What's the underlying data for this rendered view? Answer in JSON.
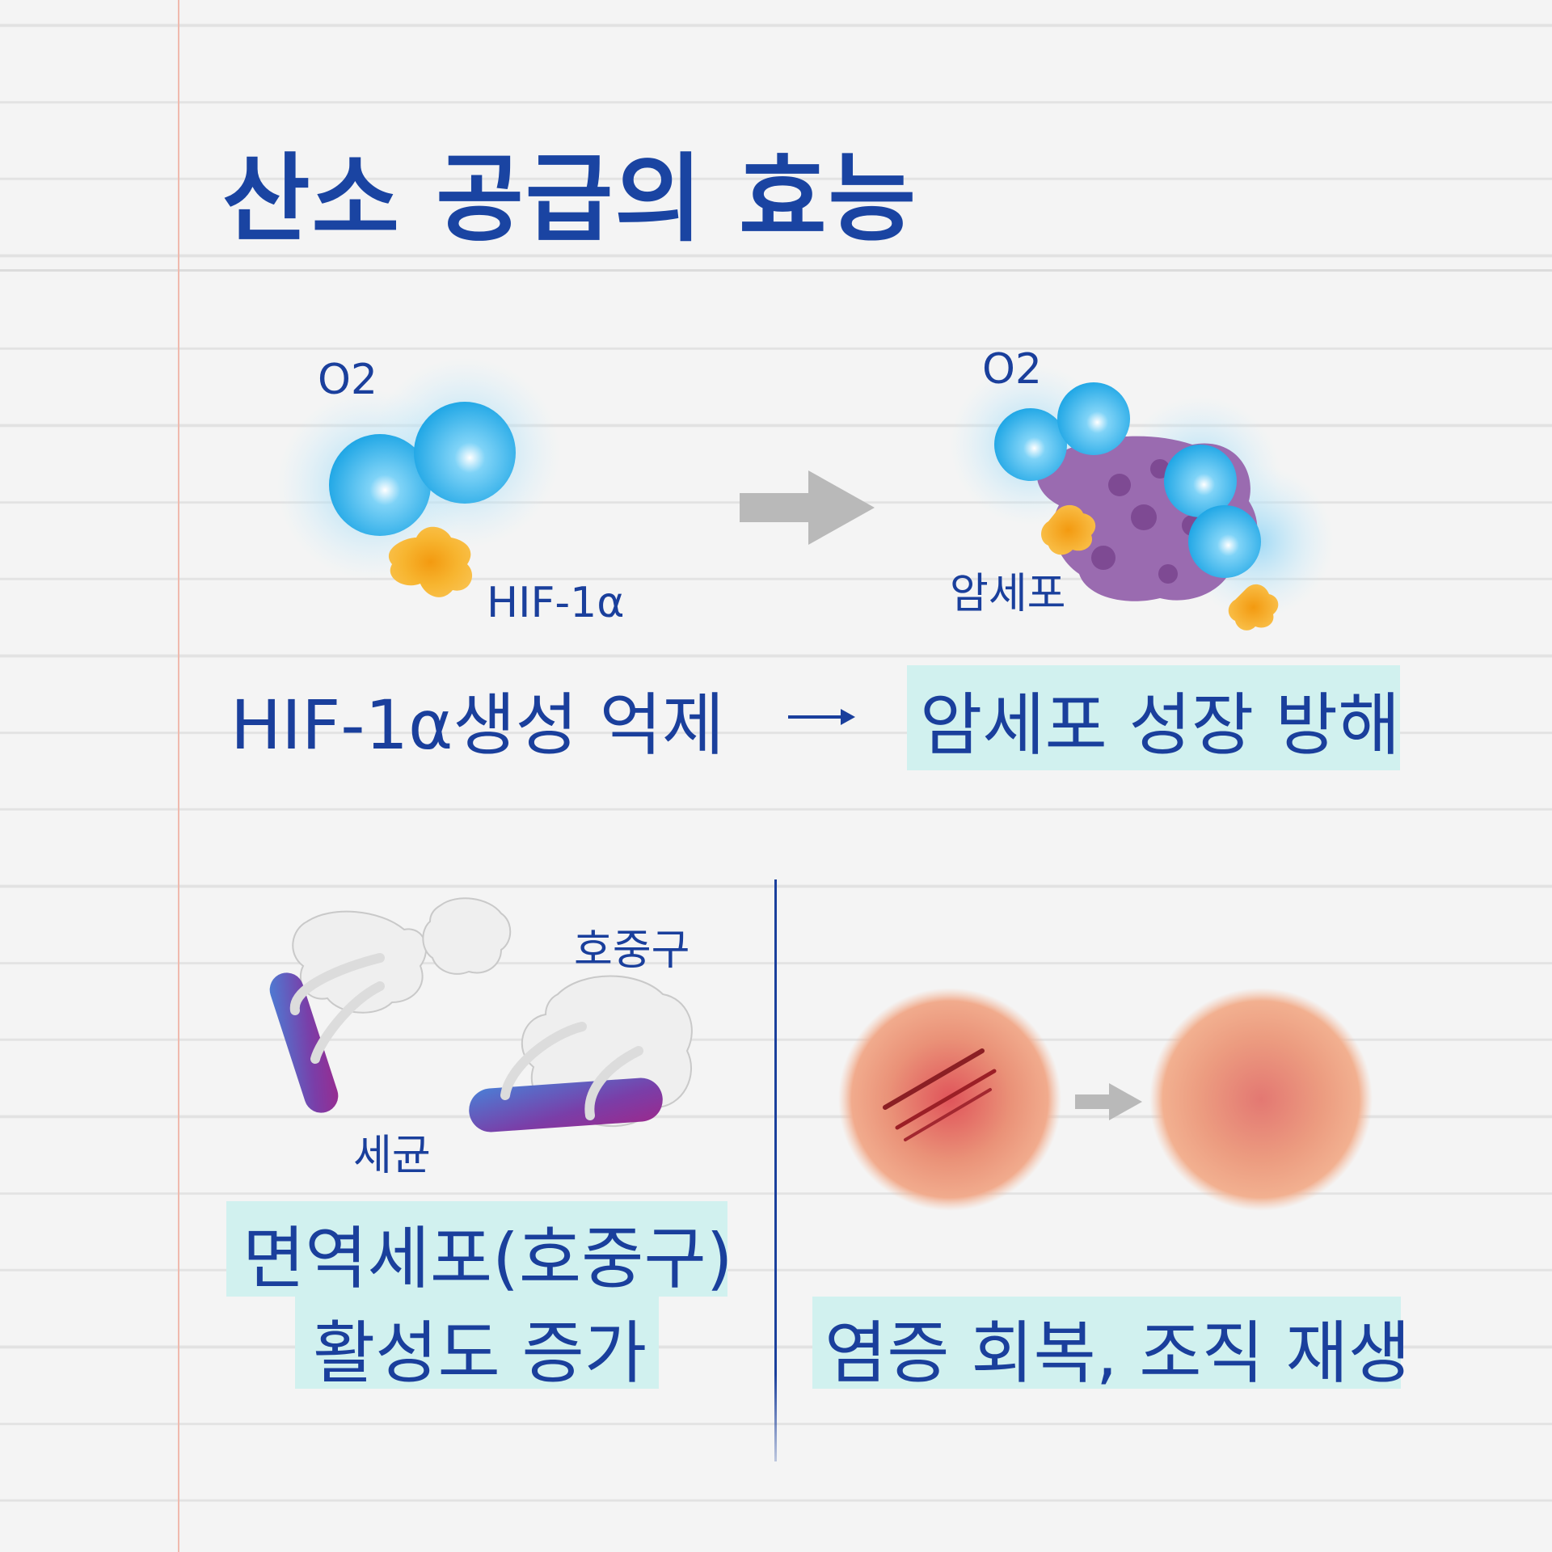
{
  "title": "산소 공급의 효능",
  "top_left": {
    "o2_label": "O2",
    "hif_label": "HIF-1α",
    "caption": "HIF-1α생성 억제",
    "arrow_glyph": "→"
  },
  "top_right": {
    "o2_label": "O2",
    "cancer_label": "암세포",
    "caption": "암세포 성장 방해"
  },
  "bottom_left": {
    "neutrophil_label": "호중구",
    "bacteria_label": "세균",
    "caption_line1": "면역세포(호중구)",
    "caption_line2": "활성도 증가"
  },
  "bottom_right": {
    "caption": "염증 회복, 조직 재생"
  },
  "colors": {
    "title_blue": "#1a44a2",
    "text_blue": "#1a3f9c",
    "highlight": "#d1f1ef",
    "margin_line": "#efb9ad",
    "oxygen_blue": "#2aa9e6",
    "hif_orange": "#f5b53a",
    "cancer_purple": "#9a6bb0",
    "wound_red": "#e06b62",
    "arrow_gray": "#b9b9b9"
  },
  "icons": [
    "oxygen-molecule-icon",
    "hif-1a-cell-icon",
    "cancer-cell-icon",
    "neutrophil-icon",
    "bacteria-icon",
    "wound-icon",
    "healed-skin-icon",
    "gray-arrow-icon"
  ]
}
